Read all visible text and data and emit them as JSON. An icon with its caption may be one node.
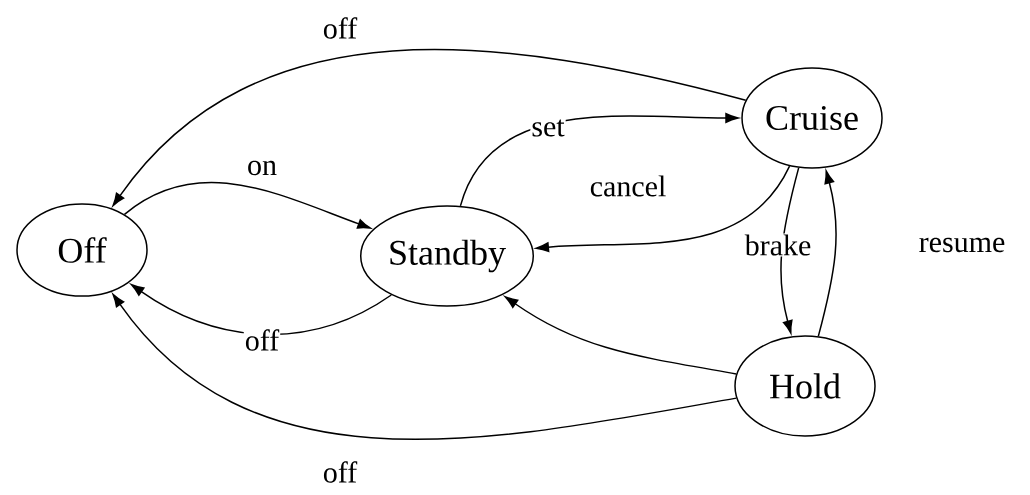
{
  "diagram": {
    "nodes": [
      {
        "text": [
          "Off"
        ]
      },
      {
        "text": [
          "Standby"
        ]
      },
      {
        "text": [
          "Cruise"
        ]
      },
      {
        "text": [
          "Hold"
        ]
      }
    ],
    "edges": [
      {
        "from": 2,
        "to": 0,
        "arrow": "to",
        "label": "off"
      },
      {
        "from": 0,
        "to": 1,
        "arrow": "to",
        "label": "on"
      },
      {
        "from": 1,
        "to": 2,
        "arrow": "to",
        "label": "set"
      },
      {
        "from": 2,
        "to": 1,
        "arrow": "to",
        "label": "cancel"
      },
      {
        "from": 2,
        "to": 3,
        "arrow": "to",
        "label": "brake"
      },
      {
        "from": 3,
        "to": 2,
        "arrow": "to",
        "label": "resume"
      },
      {
        "from": 1,
        "to": 0,
        "arrow": "to",
        "label": "off"
      },
      {
        "from": 3,
        "to": 1,
        "arrow": "to"
      },
      {
        "from": 3,
        "to": 0,
        "arrow": "to",
        "label": "off"
      }
    ]
  }
}
